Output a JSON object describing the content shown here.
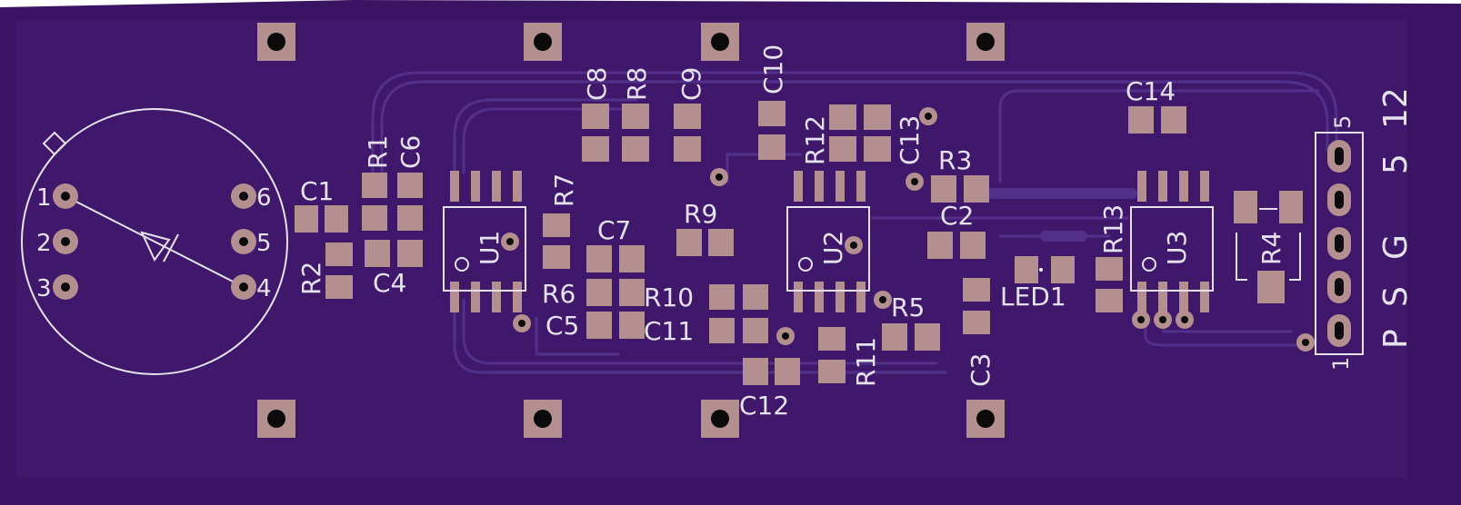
{
  "board": {
    "substrate_color": "#3a1463",
    "inner_color": "#3f186c",
    "pad_color": "#b48f8f",
    "silk_color": "#e6e1ee",
    "trace_color": "#52308a"
  },
  "sensor": {
    "pin_labels": [
      "1",
      "2",
      "3",
      "6",
      "5",
      "4"
    ]
  },
  "connector": {
    "signal_labels": [
      "P",
      "S",
      "G",
      "5",
      "12"
    ],
    "pin_first": "1",
    "pin_last": "5"
  },
  "components": {
    "C1": "C1",
    "C2": "C2",
    "C3": "C3",
    "C4": "C4",
    "C5": "C5",
    "C6": "C6",
    "C7": "C7",
    "C8": "C8",
    "C9": "C9",
    "C10": "C10",
    "C11": "C11",
    "C12": "C12",
    "C13": "C13",
    "C14": "C14",
    "R1": "R1",
    "R2": "R2",
    "R3": "R3",
    "R4": "R4",
    "R5": "R5",
    "R6": "R6",
    "R7": "R7",
    "R8": "R8",
    "R9": "R9",
    "R10": "R10",
    "R11": "R11",
    "R12": "R12",
    "R13": "R13",
    "U1": "U1",
    "U2": "U2",
    "U3": "U3",
    "LED1": "LED1"
  }
}
